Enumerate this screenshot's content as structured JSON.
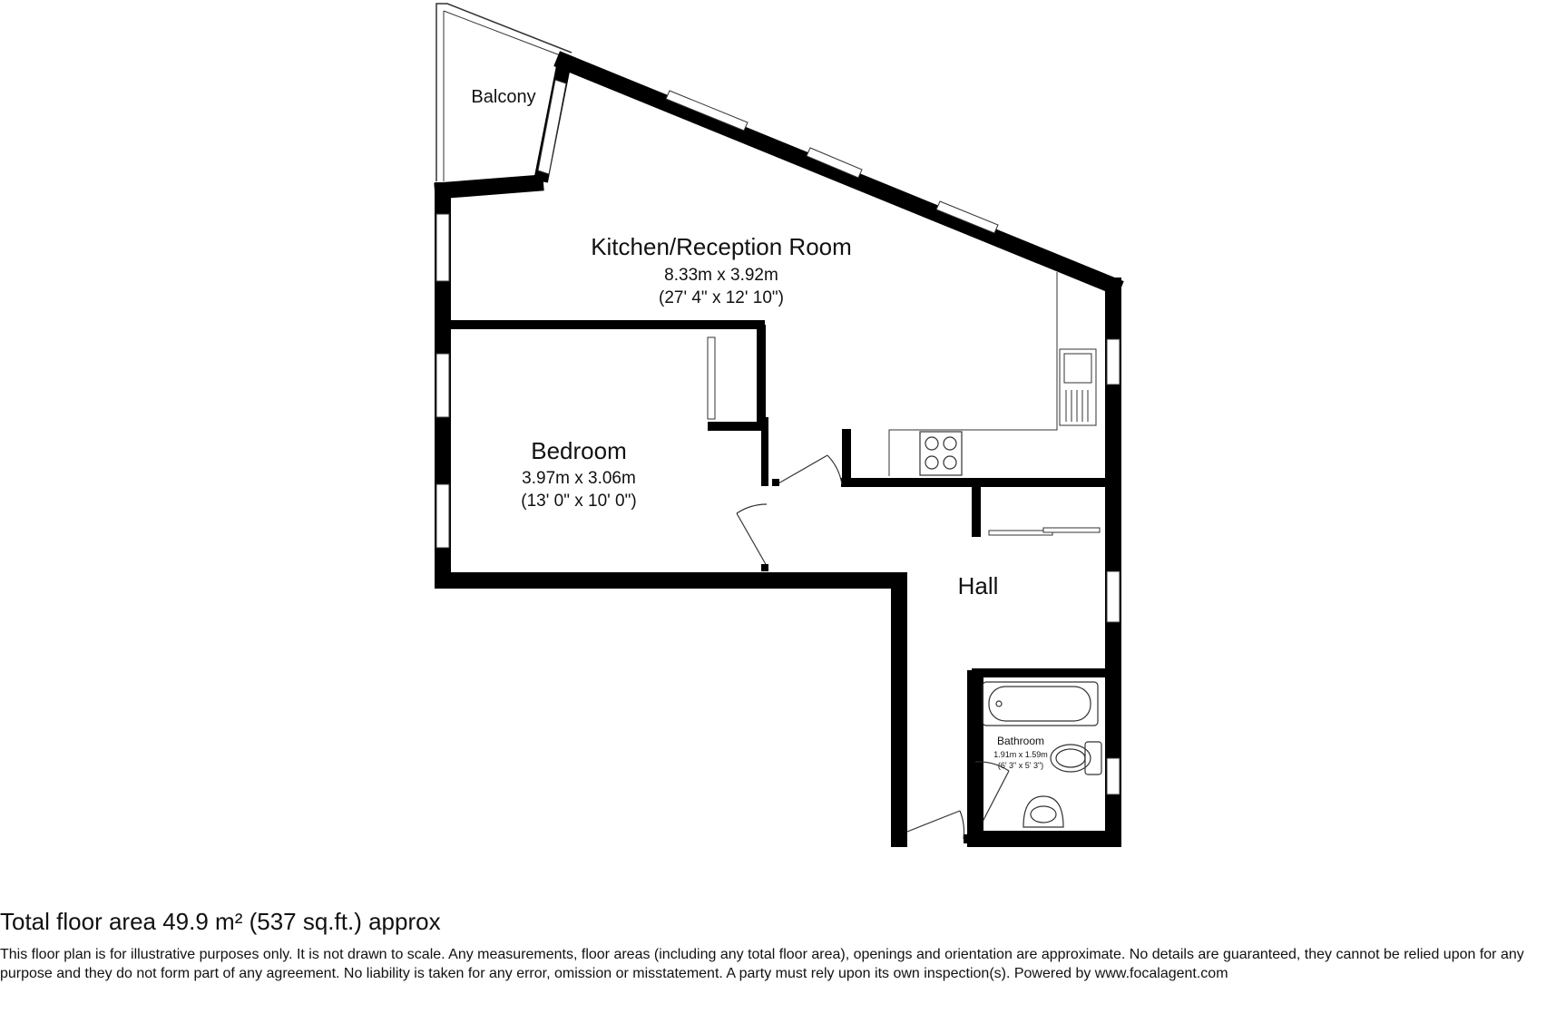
{
  "rooms": {
    "kitchen": {
      "name": "Kitchen/Reception Room",
      "metric": "8.33m x 3.92m",
      "imperial": "(27' 4\" x 12' 10\")"
    },
    "bedroom": {
      "name": "Bedroom",
      "metric": "3.97m x 3.06m",
      "imperial": "(13' 0\" x 10' 0\")"
    },
    "bathroom": {
      "name": "Bathroom",
      "metric": "1.91m x 1.59m",
      "imperial": "(6' 3\" x 5' 3\")"
    },
    "hall": {
      "name": "Hall"
    },
    "balcony": {
      "name": "Balcony"
    }
  },
  "footer": {
    "total_area": "Total floor area 49.9 m² (537 sq.ft.) approx",
    "disclaimer": "This floor plan is for illustrative purposes only. It is not drawn to scale. Any measurements, floor areas (including any total floor area), openings and orientation are approximate. No details are guaranteed, they cannot be relied upon for any purpose and they do not form part of any agreement. No liability is taken for any error, omission or misstatement. A party must rely upon its own inspection(s). Powered by www.focalagent.com"
  },
  "colors": {
    "wall": "#000000",
    "window": "#ffffff",
    "line": "#333333"
  }
}
